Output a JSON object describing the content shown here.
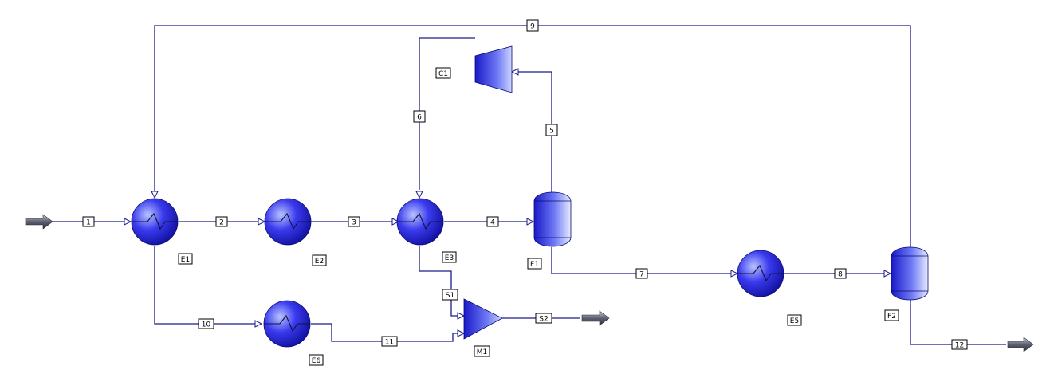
{
  "colors": {
    "pipe": "#1c1c8c",
    "equipment_light": "#b8c4ff",
    "equipment_mid": "#3a3aee",
    "equipment_dark": "#0c0c96",
    "label_border": "#000000"
  },
  "streams": {
    "s1": "1",
    "s2": "2",
    "s3": "3",
    "s4": "4",
    "s5": "5",
    "s6": "6",
    "s7": "7",
    "s8": "8",
    "s9": "9",
    "s10": "10",
    "s11": "11",
    "s12": "12",
    "sS1": "S1",
    "sS2": "S2"
  },
  "units": {
    "E1": "E1",
    "E2": "E2",
    "E3": "E3",
    "E5": "E5",
    "E6": "E6",
    "F1": "F1",
    "F2": "F2",
    "C1": "C1",
    "M1": "M1"
  },
  "icons": {
    "heat_exchanger": "heat-exchanger-icon",
    "flash_drum": "flash-drum-icon",
    "compressor": "compressor-icon",
    "mixer": "mixer-icon",
    "feed_arrow": "feed-arrow-icon",
    "product_arrow": "product-arrow-icon"
  }
}
